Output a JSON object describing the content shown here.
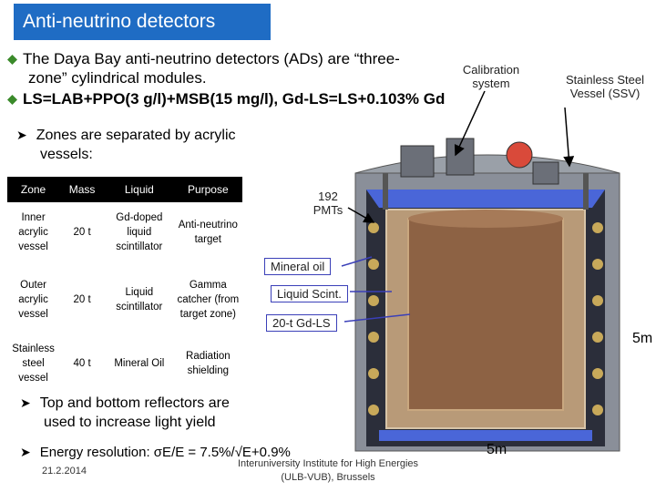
{
  "title": "Anti-neutrino detectors",
  "bullets": {
    "b1_line1": "The Daya Bay anti-neutrino detectors (ADs) are “three-",
    "b1_line2": "zone” cylindrical modules.",
    "b2": "LS=LAB+PPO(3 g/l)+MSB(15 mg/l), Gd-LS=LS+0.103% Gd",
    "b3_line1": "Zones are separated by acrylic",
    "b3_line2": "vessels:",
    "b4_line1": "Top and bottom reflectors are",
    "b4_line2": "used to increase light yield",
    "b5": "Energy resolution: σE/E = 7.5%/√E+0.9%"
  },
  "table": {
    "headers": [
      "Zone",
      "Mass",
      "Liquid",
      "Purpose"
    ],
    "rows": [
      [
        "Inner acrylic vessel",
        "20 t",
        "Gd-doped liquid scintillator",
        "Anti-neutrino target"
      ],
      [
        "Outer acrylic vessel",
        "20 t",
        "Liquid scintillator",
        "Gamma catcher (from target zone)"
      ],
      [
        "Stainless steel vessel",
        "40 t",
        "Mineral Oil",
        "Radiation shielding"
      ]
    ]
  },
  "diagram": {
    "calibration": "Calibration system",
    "ssv": "Stainless Steel Vessel (SSV)",
    "pmts": "192 PMTs",
    "mineral_oil": "Mineral oil",
    "liquid_scint": "Liquid Scint.",
    "gd_ls": "20-t Gd-LS",
    "dim_side": "5m",
    "dim_bottom": "5m"
  },
  "footer": {
    "date": "21.2.2014",
    "institute_line1": "Interuniversity Institute for High Energies",
    "institute_line2": "(ULB-VUB), Brussels"
  },
  "colors": {
    "title_bg": "#1f6cc4",
    "bullet_green": "#3a8a2a",
    "callout_border": "#3a3fb8"
  }
}
